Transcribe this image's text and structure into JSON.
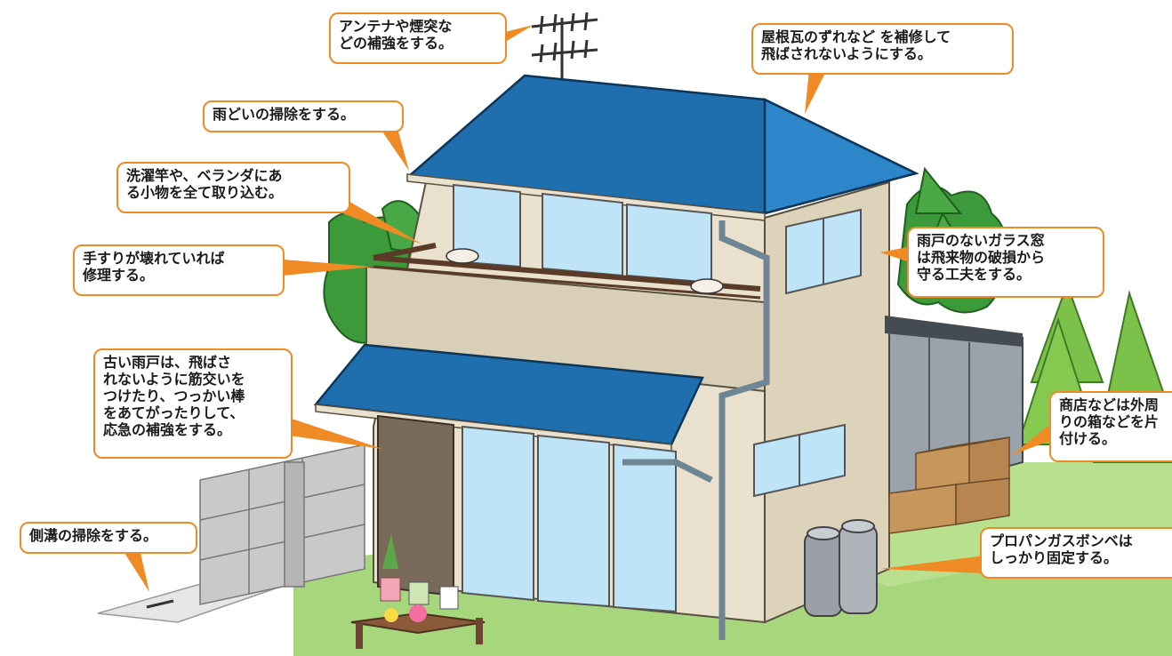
{
  "colors": {
    "callout_border": "#f08a24",
    "roof_blue": "#1f6fae",
    "wall_beige": "#e9e0cd",
    "window_glass": "#bfe4f7",
    "grass_green": "#a7d67d",
    "tree_green": "#3c9a3a",
    "box_brown": "#c7965d",
    "gas_cylinder": "#9aa0a6",
    "railing_brown": "#5a3b28"
  },
  "callouts": [
    {
      "id": "antenna",
      "text": "アンテナや煙突な\nどの補強をする。"
    },
    {
      "id": "roof-tiles",
      "text": "屋根瓦のずれなど を補修して\n飛ばされないようにする。"
    },
    {
      "id": "gutter",
      "text": "雨どいの掃除をする。"
    },
    {
      "id": "veranda",
      "text": "洗濯竿や、ベランダにあ\nる小物を全て取り込む。"
    },
    {
      "id": "handrail",
      "text": "手すりが壊れていれば\n修理する。"
    },
    {
      "id": "glass-window",
      "text": "雨戸のないガラス窓\nは飛来物の破損から\n守る工夫をする。"
    },
    {
      "id": "old-shutter",
      "text": "古い雨戸は、飛ばさ\nれないように筋交いを\nつけたり、つっかい棒\nをあてがったりして、\n応急の補強をする。"
    },
    {
      "id": "shop-boxes",
      "text": "商店などは外周\nりの箱などを片\n付ける。"
    },
    {
      "id": "ditch",
      "text": "側溝の掃除をする。"
    },
    {
      "id": "propane",
      "text": "プロパンガスボンベは\nしっかり固定する。"
    }
  ]
}
